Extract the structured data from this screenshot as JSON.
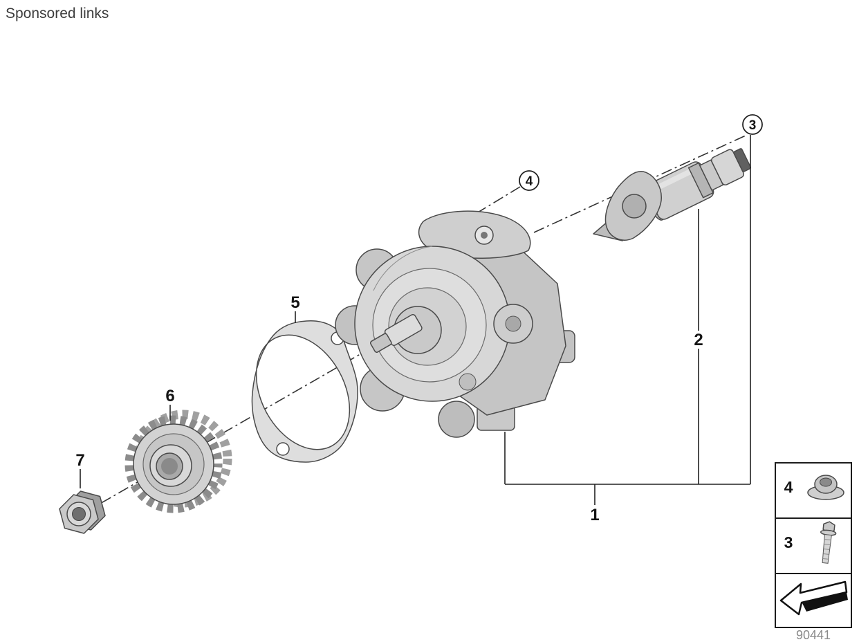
{
  "page": {
    "sponsored_links_label": "Sponsored links",
    "diagram_number": "90441"
  },
  "callouts": {
    "c1": "1",
    "c2": "2",
    "c3": "3",
    "c4": "4",
    "c5": "5",
    "c6": "6",
    "c7": "7"
  },
  "legend": {
    "rows": [
      {
        "label": "4",
        "icon": "flange-nut-icon"
      },
      {
        "label": "3",
        "icon": "hex-bolt-icon"
      },
      {
        "label": "",
        "icon": "direction-arrow-icon"
      }
    ]
  },
  "colors": {
    "line": "#222222",
    "part_fill": "#d2d2d2",
    "part_stroke": "#4a4a4a",
    "muted_text": "#8a8a8a"
  }
}
